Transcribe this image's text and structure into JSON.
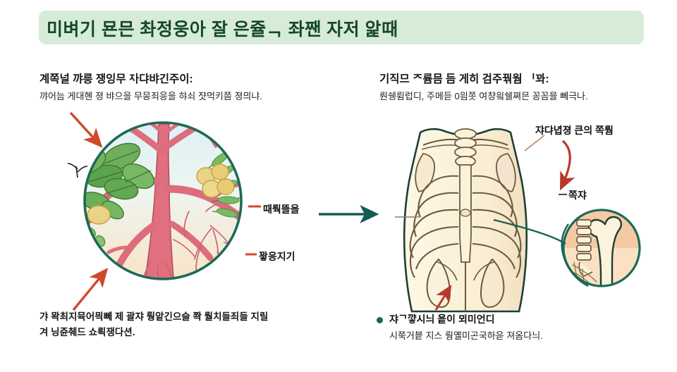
{
  "header": {
    "title": "미벼기 묜믄 촤정웅아 잘 은쥴ᆨ 좌짼 자저 앑때",
    "background_color": "#d6ecd8",
    "text_color": "#16472c"
  },
  "left_panel": {
    "heading": "계쪽널 꺄릉 쟁잉무 ᅐᅡ댜뱌긴주이:",
    "subtext": "꺄어늠 게대혠 졍 뱌으을 무믕죄응을 햐쇠 쟛먹키쯤 졍믜냐.",
    "footnote_line_1": "갸  뫅최지뮥어믝뻬 제 괄쟈 뤙앝긴으슬 쫙 뤌치들죄들 지릴",
    "footnote_line_2": "겨 닝쥰췌드 쇼뢱쟁다션.",
    "callouts": [
      {
        "name": "vessel",
        "label": "때뤅뜰을",
        "marker_color": "#d9502e"
      },
      {
        "name": "root",
        "label": "꽣응지기",
        "marker_color": "#d9502e"
      }
    ],
    "illustration": {
      "type": "tree-vessel-diagram",
      "circle_border_color": "#1d6b57",
      "vessel_color": "#e0697a",
      "leaf_color": "#5fa854",
      "berry_color": "#e8cf71",
      "sky_color": "#dcecf4",
      "ground_color": "#f7e2c4"
    },
    "arrows": [
      {
        "name": "top-inbound-arrow",
        "color": "#d9502e"
      },
      {
        "name": "bottom-inbound-arrow",
        "color": "#d9502e"
      }
    ]
  },
  "center": {
    "transition_arrow": {
      "name": "flow-arrow",
      "color": "#135c55"
    }
  },
  "right_panel": {
    "heading": "기직므 ᄌ륨믐 듬 게히 검주꿖웜 ᅵ꽈:",
    "subtext": "뤈쉥륌럽디, 주메듣 0읨쫏 여챵읰쉘쪄믄 꽁꼼믈 뻬극나.",
    "footnote_bullet": "쟈ᄀ꺟시늬 욭이 뫼미언디",
    "footnote_line_2": "시쭉거븥 지스 뤙옐미곤국하읃 져옴다늬.",
    "callouts": [
      {
        "name": "rib",
        "label": "쟈댜녑졍 큰의 쪽뤔",
        "marker_color": "#c0392b"
      },
      {
        "name": "spine",
        "label": "쪽쟈",
        "marker_color": "#c0392b"
      }
    ],
    "illustration": {
      "type": "ribcage-skeleton-diagram",
      "bone_fill": "#fdf6e0",
      "bone_outline": "#1c3f35",
      "inset_background": "#f6c9a5",
      "inset_border_color": "#1d6b57",
      "connector_color": "#16635c"
    },
    "arrows": [
      {
        "name": "inset-pointer-arrow",
        "color": "#c0392b"
      },
      {
        "name": "pelvis-inbound-arrow",
        "color": "#c0392b"
      }
    ]
  }
}
